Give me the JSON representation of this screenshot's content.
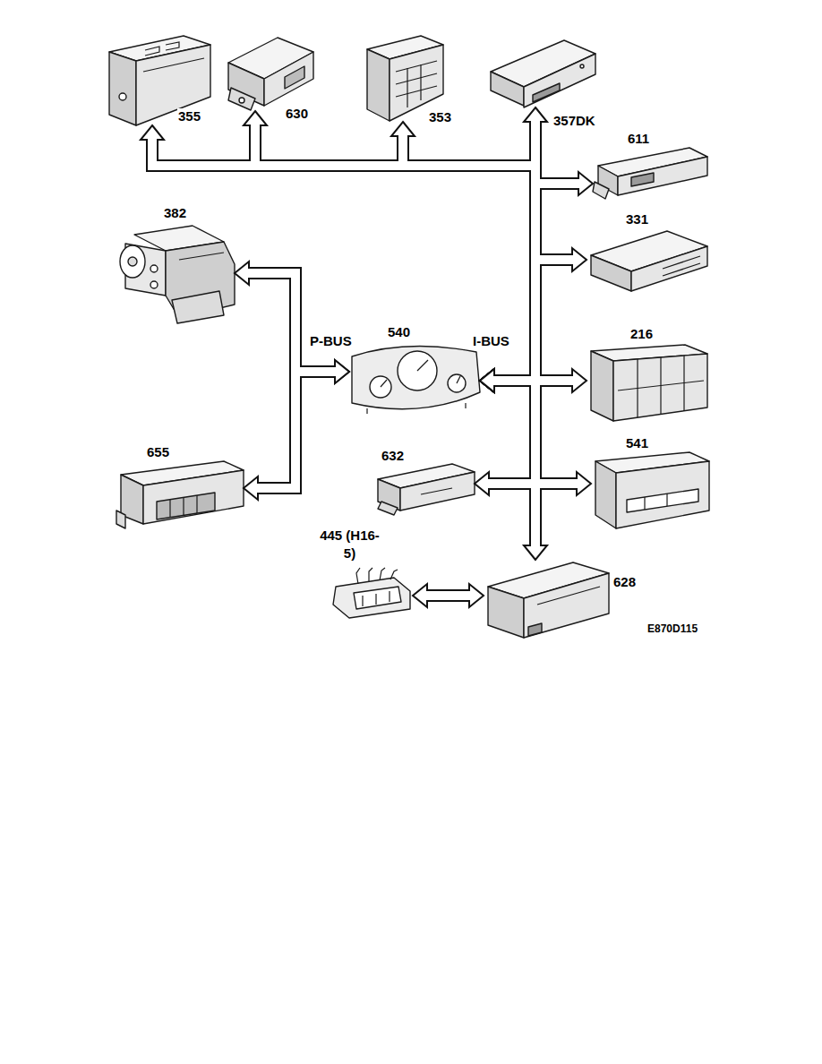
{
  "diagram": {
    "nodes": [
      {
        "text": [
          "355"
        ]
      },
      {
        "text": [
          "630"
        ]
      },
      {
        "text": [
          "353"
        ]
      },
      {
        "text": [
          "357DK"
        ]
      },
      {
        "text": [
          "611"
        ]
      },
      {
        "text": [
          "382"
        ]
      },
      {
        "text": [
          "331"
        ]
      },
      {
        "text": [
          "540"
        ]
      },
      {
        "text": [
          "216"
        ]
      },
      {
        "text": [
          "655"
        ]
      },
      {
        "text": [
          "632"
        ]
      },
      {
        "text": [
          "541"
        ]
      },
      {
        "text": [
          "445 (H16-5)"
        ]
      },
      {
        "text": [
          "628"
        ]
      }
    ],
    "edges": [
      {
        "from": 7,
        "to": 0,
        "arrow": "both"
      },
      {
        "from": 7,
        "to": 1,
        "arrow": "both"
      },
      {
        "from": 7,
        "to": 2,
        "arrow": "both"
      },
      {
        "from": 7,
        "to": 3,
        "arrow": "both"
      },
      {
        "from": 7,
        "to": 4,
        "arrow": "both"
      },
      {
        "from": 7,
        "to": 6,
        "arrow": "both"
      },
      {
        "from": 7,
        "to": 8,
        "arrow": "both"
      },
      {
        "from": 7,
        "to": 11,
        "arrow": "both"
      },
      {
        "from": 7,
        "to": 10,
        "arrow": "both"
      },
      {
        "from": 7,
        "to": 13,
        "arrow": "both"
      },
      {
        "from": 7,
        "to": 5,
        "arrow": "both"
      },
      {
        "from": 7,
        "to": 9,
        "arrow": "both"
      },
      {
        "from": 12,
        "to": 13,
        "arrow": "both"
      }
    ],
    "labels": [
      "P-BUS",
      "I-BUS",
      "E870D115"
    ]
  }
}
